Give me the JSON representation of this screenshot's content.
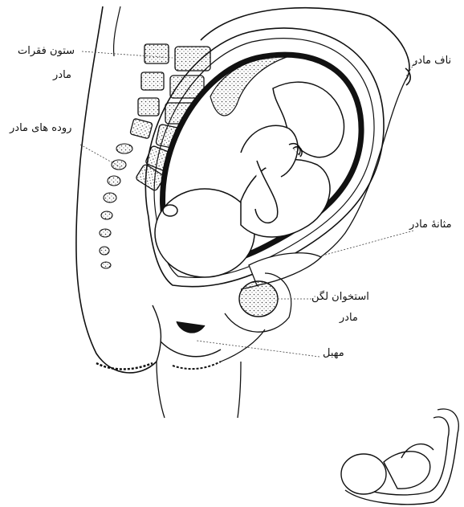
{
  "labels": {
    "spine": {
      "line1": "ستون فقرات",
      "line2": "مادر"
    },
    "intestines": "روده های مادر",
    "navel": "ناف مادر",
    "bladder": "مثانهٔ مادر",
    "pelvic_bone": {
      "line1": "استخوان لگن",
      "line2": "مادر"
    },
    "vagina": "مهبل"
  },
  "colors": {
    "ink": "#111111",
    "paper": "#ffffff",
    "stipple": "#cfcfcf"
  }
}
